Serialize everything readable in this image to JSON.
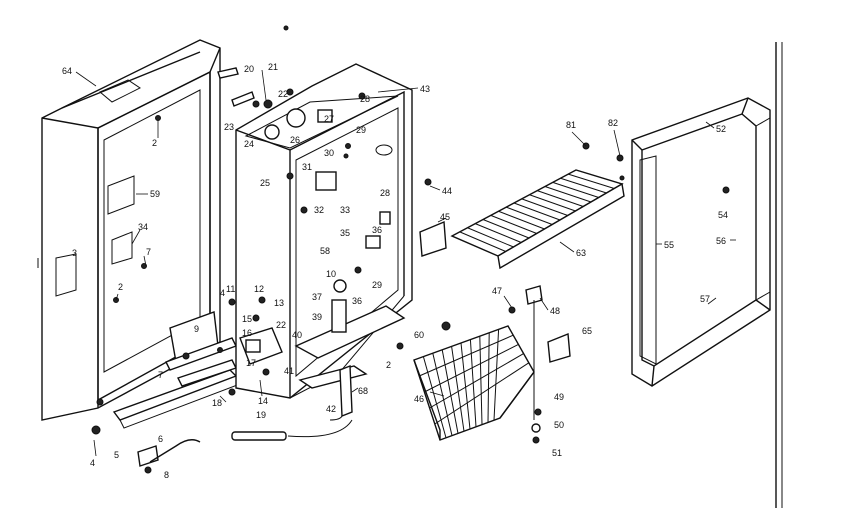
{
  "callouts": [
    {
      "id": "c64",
      "text": "64"
    },
    {
      "id": "c2a",
      "text": "2"
    },
    {
      "id": "c59",
      "text": "59"
    },
    {
      "id": "c34",
      "text": "34"
    },
    {
      "id": "c3",
      "text": "3"
    },
    {
      "id": "c7a",
      "text": "7"
    },
    {
      "id": "c2b",
      "text": "2"
    },
    {
      "id": "c20",
      "text": "20"
    },
    {
      "id": "c21",
      "text": "21"
    },
    {
      "id": "c22a",
      "text": "22"
    },
    {
      "id": "c23",
      "text": "23"
    },
    {
      "id": "c24",
      "text": "24"
    },
    {
      "id": "c26",
      "text": "26"
    },
    {
      "id": "c27",
      "text": "27"
    },
    {
      "id": "c28a",
      "text": "28"
    },
    {
      "id": "c43",
      "text": "43"
    },
    {
      "id": "c29a",
      "text": "29"
    },
    {
      "id": "c30",
      "text": "30"
    },
    {
      "id": "c31",
      "text": "31"
    },
    {
      "id": "c25",
      "text": "25"
    },
    {
      "id": "c32",
      "text": "32"
    },
    {
      "id": "c33",
      "text": "33"
    },
    {
      "id": "c28b",
      "text": "28"
    },
    {
      "id": "c44",
      "text": "44"
    },
    {
      "id": "c45",
      "text": "45"
    },
    {
      "id": "c35",
      "text": "35"
    },
    {
      "id": "c36a",
      "text": "36"
    },
    {
      "id": "c58",
      "text": "58"
    },
    {
      "id": "c10",
      "text": "10"
    },
    {
      "id": "c29b",
      "text": "29"
    },
    {
      "id": "c37",
      "text": "37"
    },
    {
      "id": "c36b",
      "text": "36"
    },
    {
      "id": "c39",
      "text": "39"
    },
    {
      "id": "c4a",
      "text": "4"
    },
    {
      "id": "c11",
      "text": "11"
    },
    {
      "id": "c12",
      "text": "12"
    },
    {
      "id": "c13",
      "text": "13"
    },
    {
      "id": "c22b",
      "text": "22"
    },
    {
      "id": "c15",
      "text": "15"
    },
    {
      "id": "c16",
      "text": "16"
    },
    {
      "id": "c9",
      "text": "9"
    },
    {
      "id": "c40",
      "text": "40"
    },
    {
      "id": "c17",
      "text": "17"
    },
    {
      "id": "c41",
      "text": "41"
    },
    {
      "id": "c7b",
      "text": "7"
    },
    {
      "id": "c18",
      "text": "18"
    },
    {
      "id": "c14",
      "text": "14"
    },
    {
      "id": "c2c",
      "text": "2"
    },
    {
      "id": "c68",
      "text": "68"
    },
    {
      "id": "c42",
      "text": "42"
    },
    {
      "id": "c19",
      "text": "19"
    },
    {
      "id": "c5",
      "text": "5"
    },
    {
      "id": "c6",
      "text": "6"
    },
    {
      "id": "c8",
      "text": "8"
    },
    {
      "id": "c4b",
      "text": "4"
    },
    {
      "id": "c81",
      "text": "81"
    },
    {
      "id": "c82",
      "text": "82"
    },
    {
      "id": "c63",
      "text": "63"
    },
    {
      "id": "c47",
      "text": "47"
    },
    {
      "id": "c48",
      "text": "48"
    },
    {
      "id": "c60",
      "text": "60"
    },
    {
      "id": "c65",
      "text": "65"
    },
    {
      "id": "c46",
      "text": "46"
    },
    {
      "id": "c49",
      "text": "49"
    },
    {
      "id": "c50",
      "text": "50"
    },
    {
      "id": "c51",
      "text": "51"
    },
    {
      "id": "c52",
      "text": "52"
    },
    {
      "id": "c54",
      "text": "54"
    },
    {
      "id": "c55",
      "text": "55"
    },
    {
      "id": "c56",
      "text": "56"
    },
    {
      "id": "c57",
      "text": "57"
    }
  ]
}
